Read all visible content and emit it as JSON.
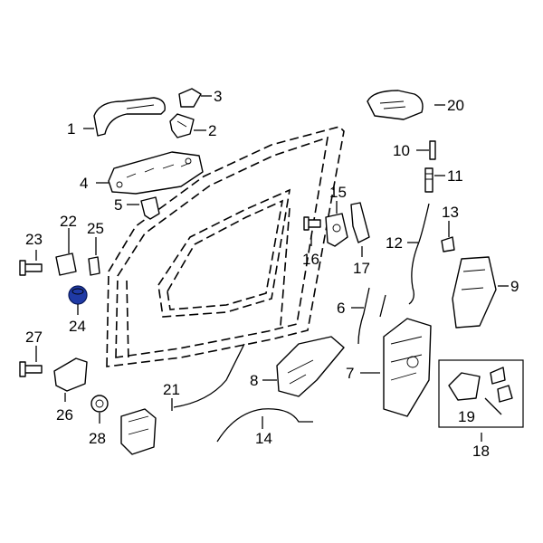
{
  "diagram": {
    "callouts": [
      "1",
      "2",
      "3",
      "4",
      "5",
      "6",
      "7",
      "8",
      "9",
      "10",
      "11",
      "12",
      "13",
      "14",
      "15",
      "16",
      "17",
      "18",
      "19",
      "20",
      "21",
      "22",
      "23",
      "24",
      "25",
      "26",
      "27",
      "28"
    ],
    "highlight_color": "#1f3aa6"
  }
}
